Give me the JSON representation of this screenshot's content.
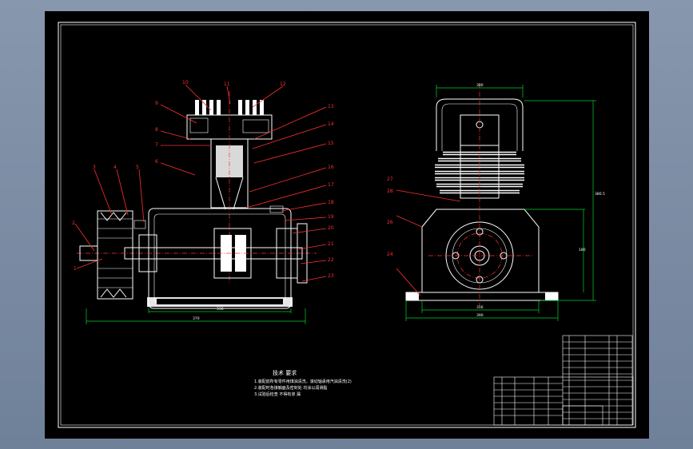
{
  "colors": {
    "background": "#000000",
    "outline": "#ffffff",
    "leader": "#ff3030",
    "dimension": "#00d030",
    "window": "#7f8fa6"
  },
  "front_view": {
    "part_labels": [
      "2",
      "3",
      "4",
      "5",
      "6",
      "7",
      "8",
      "9",
      "10",
      "11",
      "12",
      "13",
      "14",
      "15",
      "16",
      "17",
      "18",
      "19",
      "20",
      "21",
      "22",
      "23",
      "1"
    ],
    "dimensions": {
      "overall_width": "370",
      "body_width": "330"
    }
  },
  "side_view": {
    "part_labels": [
      "27",
      "28",
      "26",
      "24"
    ],
    "dimensions": {
      "top_width": "300",
      "height": "380.5",
      "right": "180",
      "base_inner": "316",
      "base_outer": "390"
    }
  },
  "notes": {
    "title": "技术 要求",
    "lines": [
      "1.装配前所有零件用煤油清洗，滚动轴承用汽油清洗(2)",
      "2.装配时各接触面及密封处 均涂以润滑脂",
      "3.试验后检查 不得有渗 漏"
    ]
  }
}
